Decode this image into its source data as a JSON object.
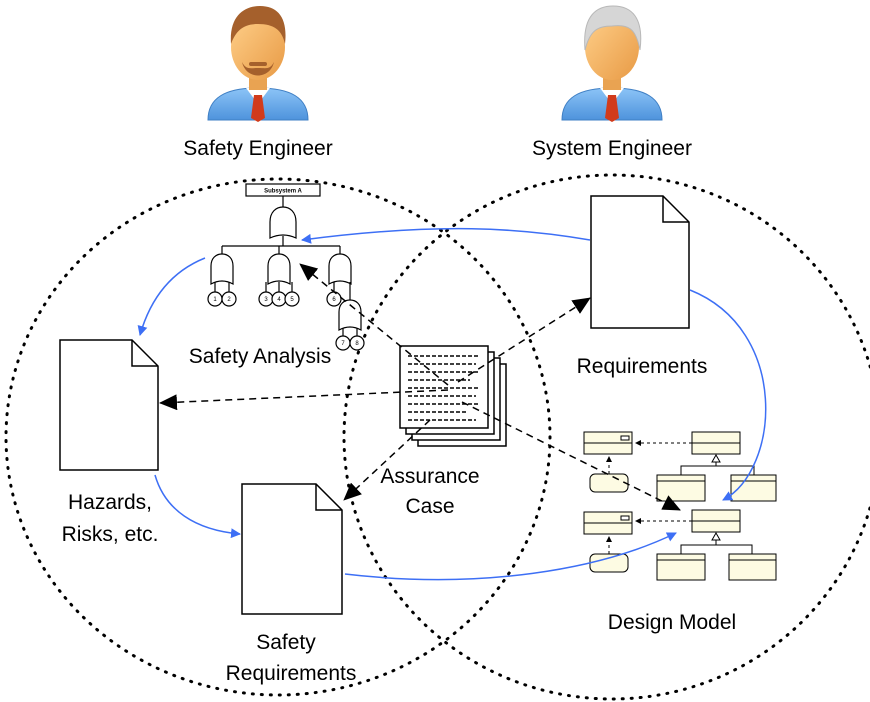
{
  "actors": {
    "safety_engineer": "Safety Engineer",
    "system_engineer": "System Engineer"
  },
  "artifacts": {
    "safety_analysis": "Safety Analysis",
    "requirements": "Requirements",
    "hazards_line1": "Hazards,",
    "hazards_line2": "Risks, etc.",
    "assurance_line1": "Assurance",
    "assurance_line2": "Case",
    "design_model": "Design Model",
    "safety_req_line1": "Safety",
    "safety_req_line2": "Requirements"
  },
  "fault_tree": {
    "title": "Subsystem A",
    "leaves": [
      "1",
      "2",
      "3",
      "4",
      "5",
      "6",
      "7",
      "8"
    ]
  },
  "colors": {
    "flow_arrow": "#3d6ff5",
    "trace_arrow": "#000000",
    "uml_box": "#fdfbe3",
    "skin": "#f7b566",
    "shirt": "#6aaef0",
    "tie": "#d13b1c"
  }
}
